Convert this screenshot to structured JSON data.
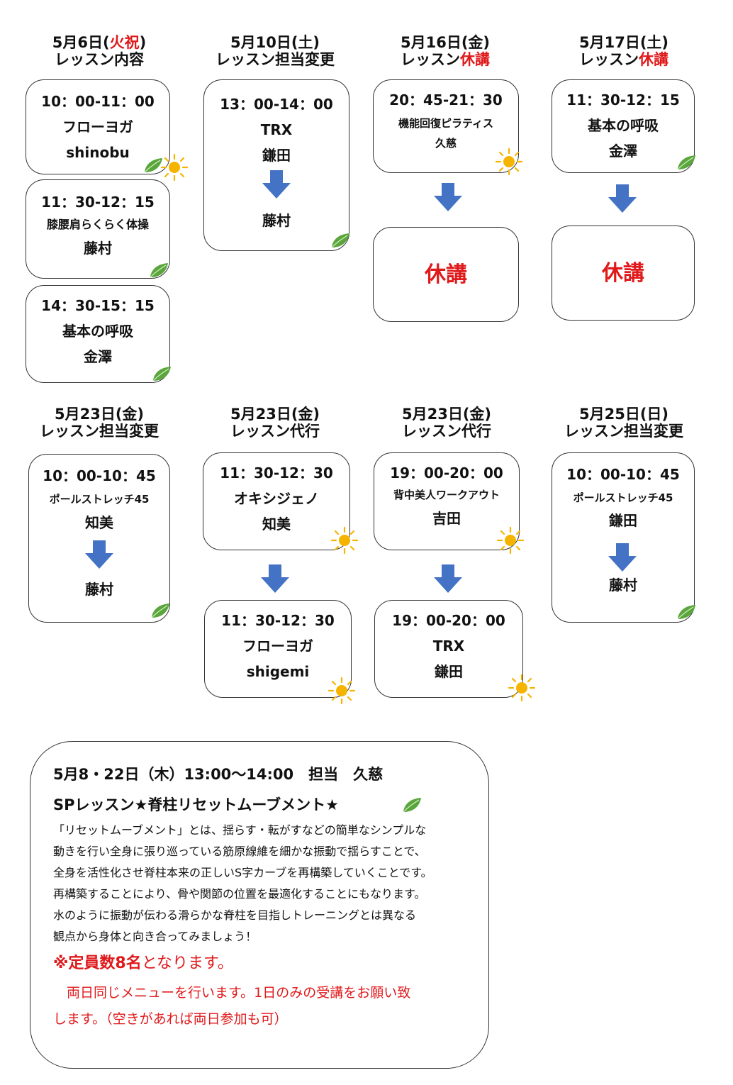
{
  "row1": {
    "c1": {
      "date": "5月6日(",
      "date_red": "火祝",
      "date_end": ")",
      "sub": "レッスン内容",
      "boxes": [
        {
          "time": "10：00-11：00",
          "name": "フローヨガ",
          "instructor": "shinobu"
        },
        {
          "time": "11：30-12：15",
          "name": "膝腰肩らくらく体操",
          "instructor": "藤村"
        },
        {
          "time": "14：30-15：15",
          "name": "基本の呼吸",
          "instructor": "金澤"
        }
      ]
    },
    "c2": {
      "date": "5月10日(土)",
      "sub": "レッスン担当変更",
      "box": {
        "time": "13：00-14：00",
        "name": "TRX",
        "from": "鎌田",
        "to": "藤村"
      }
    },
    "c3": {
      "date": "5月16日(金)",
      "sub": "レッスン",
      "sub_red": "休講",
      "box": {
        "time": "20：45-21：30",
        "name": "機能回復ピラティス",
        "instructor": "久慈"
      },
      "result": "休講"
    },
    "c4": {
      "date": "5月17日(土)",
      "sub": "レッスン",
      "sub_red": "休講",
      "box": {
        "time": "11：30-12：15",
        "name": "基本の呼吸",
        "instructor": "金澤"
      },
      "result": "休講"
    }
  },
  "row2": {
    "c1": {
      "date": "5月23日(金)",
      "sub": "レッスン担当変更",
      "box": {
        "time": "10：00-10：45",
        "name": "ポールストレッチ45",
        "from": "知美",
        "to": "藤村"
      }
    },
    "c2": {
      "date": "5月23日(金)",
      "sub": "レッスン代行",
      "before": {
        "time": "11：30-12：30",
        "name": "オキシジェノ",
        "instructor": "知美"
      },
      "after": {
        "time": "11：30-12：30",
        "name": "フローヨガ",
        "instructor": "shigemi"
      }
    },
    "c3": {
      "date": "5月23日(金)",
      "sub": "レッスン代行",
      "before": {
        "time": "19：00-20：00",
        "name": "背中美人ワークアウト",
        "instructor": "吉田"
      },
      "after": {
        "time": "19：00-20：00",
        "name": "TRX",
        "instructor": "鎌田"
      }
    },
    "c4": {
      "date": "5月25日(日)",
      "sub": "レッスン担当変更",
      "box": {
        "time": "10：00-10：45",
        "name": "ポールストレッチ45",
        "from": "鎌田",
        "to": "藤村"
      }
    }
  },
  "sp": {
    "line1": "5月8・22日（木）13:00～14:00　担当　久慈",
    "line2": "SPレッスン★脊柱リセットムーブメント★",
    "body": [
      "「リセットムーブメント」とは、揺らす・転がすなどの簡単なシンプルな",
      "動きを行い全身に張り巡っている筋原線維を細かな振動で揺らすことで、",
      "全身を活性化させ脊柱本来の正しいS字カーブを再構築していくことです。",
      "再構築することにより、骨や関節の位置を最適化することにもなります。",
      "水のように振動が伝わる滑らかな脊柱を目指しトレーニングとは異なる",
      "観点から身体と向き合ってみましょう！"
    ],
    "note_bold": "※定員数8名",
    "note_rest": "となります。",
    "note2_a": "　両日同じメニューを行います。1日のみの受講をお願い致",
    "note2_b": "します。（空きがあれば両日参加も可）"
  },
  "colors": {
    "accent_red": "#e0191b",
    "arrow_blue": "#4472c4",
    "leaf_green": "#5aa63c",
    "sun_yellow": "#f5b400"
  }
}
